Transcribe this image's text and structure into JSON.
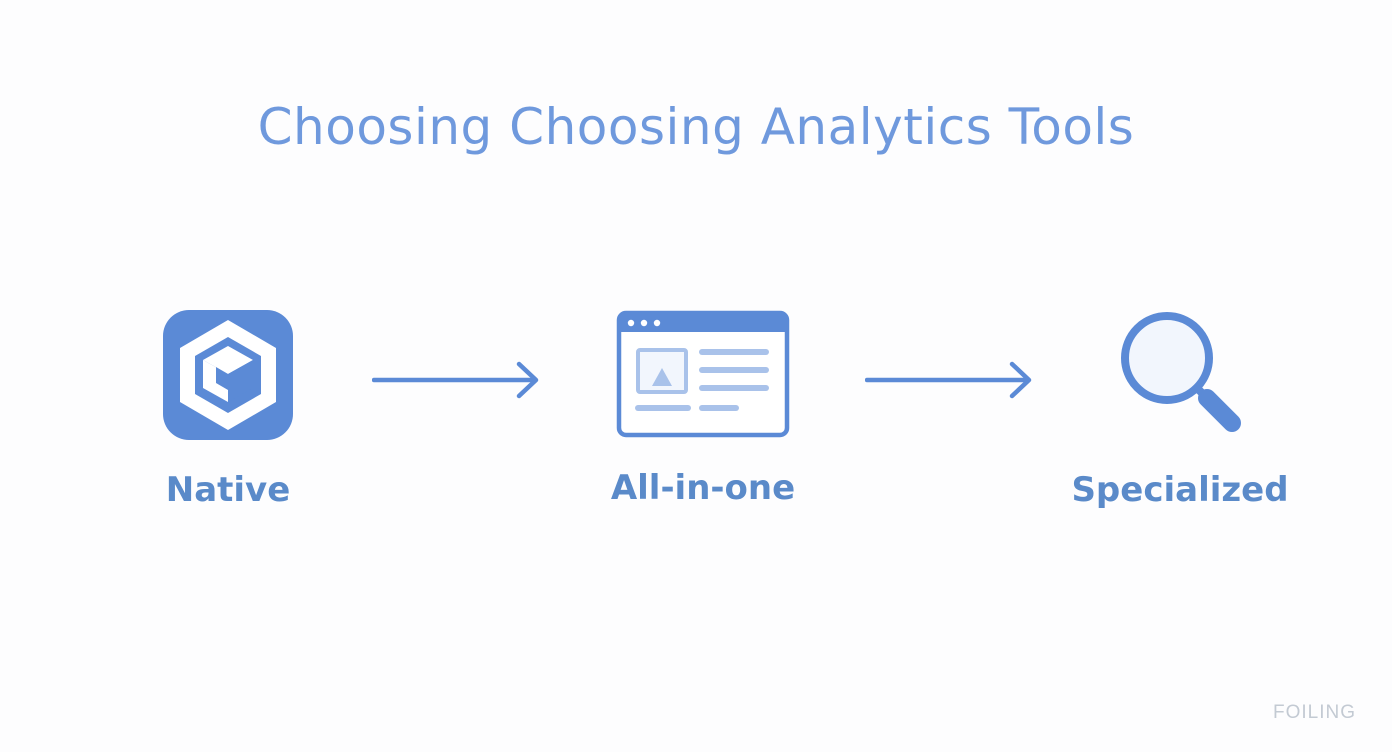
{
  "title": "Choosing Choosing Analytics Tools",
  "steps": [
    {
      "label": "Native",
      "icon": "hexagon-cube-icon"
    },
    {
      "label": "All-in-one",
      "icon": "browser-window-icon"
    },
    {
      "label": "Specialized",
      "icon": "magnifying-glass-icon"
    }
  ],
  "connectors": [
    "arrow-right-icon",
    "arrow-right-icon"
  ],
  "watermark": "FOILING",
  "colors": {
    "accent": "#5b8ad6",
    "title": "#6f99dd",
    "label": "#5a8ac9",
    "light_fill": "#f2f6fd",
    "muted_line": "#a9c2ea"
  }
}
